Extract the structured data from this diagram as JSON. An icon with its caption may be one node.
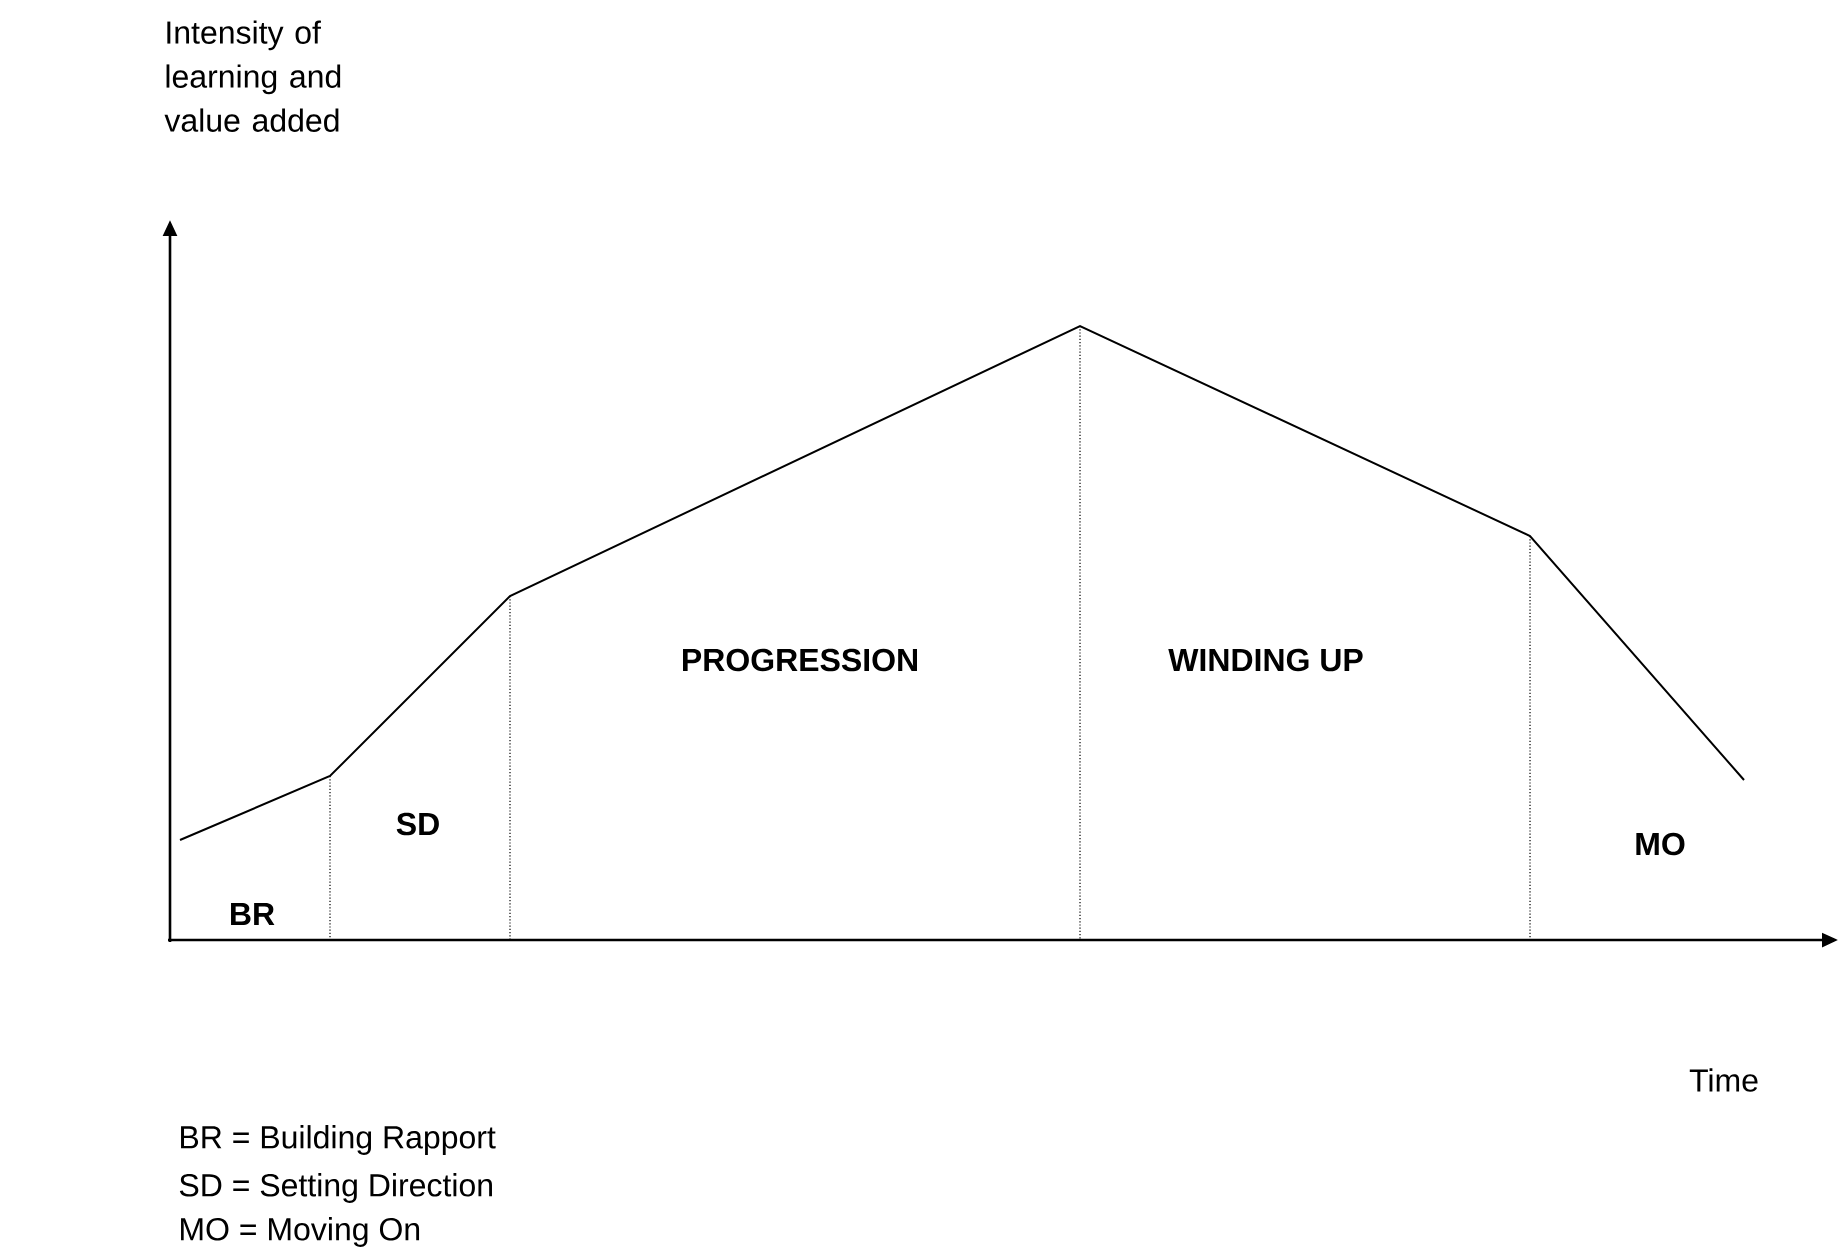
{
  "diagram": {
    "labels": [
      "Intensity of learning and value added",
      "BR",
      "SD",
      "PROGRESSION",
      "WINDING UP",
      "MO",
      "Time",
      "BR = Building Rapport",
      "SD = Setting Direction",
      "MO = Moving On"
    ]
  }
}
